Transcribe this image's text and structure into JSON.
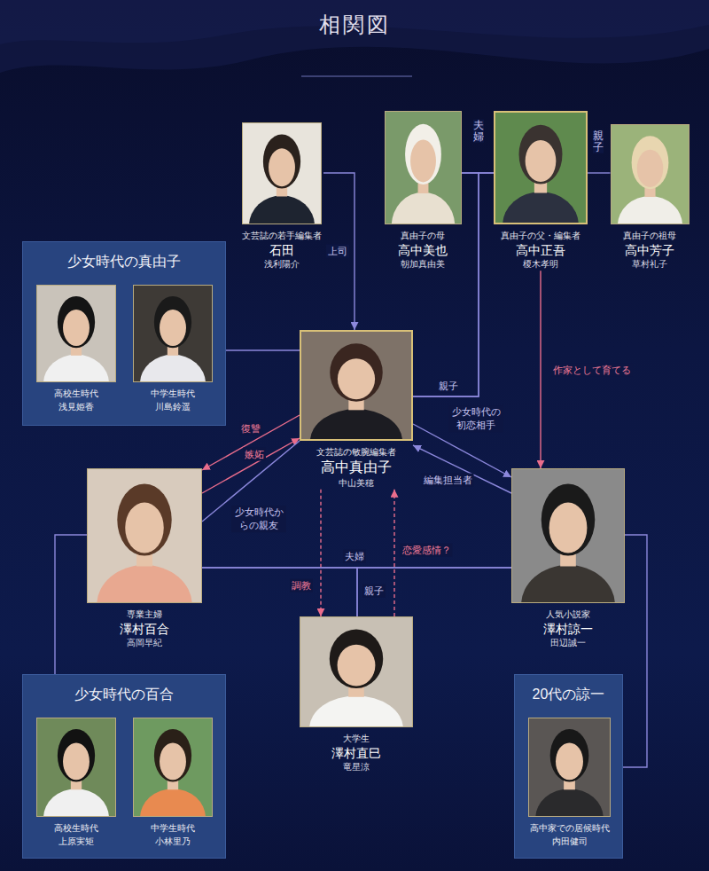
{
  "diagram": {
    "title": "相関図",
    "nodes": [
      {
        "text": [
          "文芸誌の若手編集者",
          "石田",
          "浅利陽介"
        ]
      },
      {
        "text": [
          "真由子の母",
          "高中美也",
          "朝加真由美"
        ]
      },
      {
        "text": [
          "真由子の父・編集者",
          "高中正吾",
          "榎木孝明"
        ]
      },
      {
        "text": [
          "真由子の祖母",
          "高中芳子",
          "草村礼子"
        ]
      },
      {
        "text": [
          "少女時代の真由子"
        ]
      },
      {
        "text": [
          "高校生時代",
          "浅見姫香"
        ],
        "in": 4
      },
      {
        "text": [
          "中学生時代",
          "川島鈴遥"
        ],
        "in": 4
      },
      {
        "text": [
          "文芸誌の敏腕編集者",
          "高中真由子",
          "中山美穂"
        ]
      },
      {
        "text": [
          "専業主婦",
          "澤村百合",
          "高岡早紀"
        ]
      },
      {
        "text": [
          "人気小説家",
          "澤村諒一",
          "田辺誠一"
        ]
      },
      {
        "text": [
          "大学生",
          "澤村直巳",
          "竜星涼"
        ]
      },
      {
        "text": [
          "少女時代の百合"
        ]
      },
      {
        "text": [
          "高校生時代",
          "上原実矩"
        ],
        "in": 11
      },
      {
        "text": [
          "中学生時代",
          "小林里乃"
        ],
        "in": 11
      },
      {
        "text": [
          "20代の諒一"
        ]
      },
      {
        "text": [
          "高中家での居候時代",
          "内田健司"
        ],
        "in": 14
      }
    ],
    "edges": [
      {
        "from": 0,
        "to": 7,
        "arrow": "to",
        "label": "上司"
      },
      {
        "from": 1,
        "to": 2,
        "arrow": "none",
        "label": "夫婦"
      },
      {
        "from": 2,
        "to": 3,
        "arrow": "none",
        "label": "親子"
      },
      {
        "from": 1,
        "to": 7,
        "arrow": "none",
        "label": "親子"
      },
      {
        "from": 2,
        "to": 7,
        "arrow": "none"
      },
      {
        "from": 2,
        "to": 9,
        "arrow": "to",
        "label": "作家として育てる"
      },
      {
        "from": 7,
        "to": 8,
        "arrow": "to",
        "label": "復讐"
      },
      {
        "from": 8,
        "to": 7,
        "arrow": "to",
        "label": "嫉妬"
      },
      {
        "from": 7,
        "to": 8,
        "arrow": "none",
        "label": "少女時代からの親友"
      },
      {
        "from": 7,
        "to": 9,
        "arrow": "to",
        "label": "少女時代の初恋相手"
      },
      {
        "from": 9,
        "to": 7,
        "arrow": "to",
        "label": "編集担当者"
      },
      {
        "from": 8,
        "to": 9,
        "arrow": "none",
        "label": "夫婦"
      },
      {
        "from": 7,
        "to": 10,
        "arrow": "to",
        "label": "調教"
      },
      {
        "from": 10,
        "to": 7,
        "arrow": "to",
        "label": "恋愛感情？"
      },
      {
        "from": 8,
        "to": 10,
        "arrow": "none",
        "label": "親子"
      },
      {
        "from": 9,
        "to": 10,
        "arrow": "none"
      },
      {
        "from": 4,
        "to": 7,
        "arrow": "none"
      },
      {
        "from": 8,
        "to": 11,
        "arrow": "none"
      },
      {
        "from": 9,
        "to": 14,
        "arrow": "none"
      }
    ]
  }
}
